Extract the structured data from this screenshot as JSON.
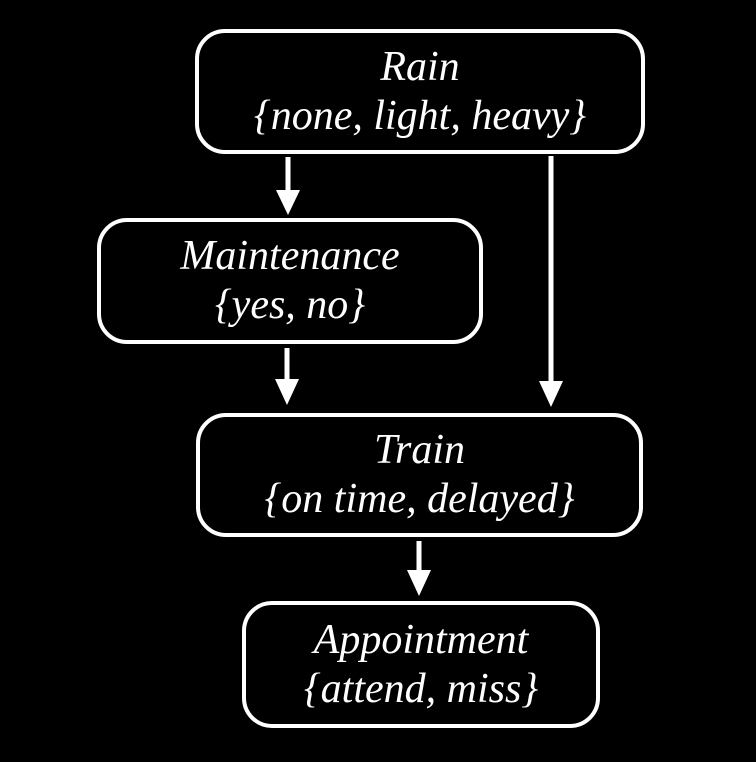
{
  "diagram": {
    "type": "bayesian-network",
    "colors": {
      "background": "#000000",
      "node_border": "#ffffff",
      "node_fill": "#000000",
      "text": "#ffffff",
      "arrow": "#ffffff"
    },
    "nodes": [
      {
        "id": "rain",
        "label": "Rain",
        "values": "{none, light, heavy}"
      },
      {
        "id": "maintenance",
        "label": "Maintenance",
        "values": "{yes, no}"
      },
      {
        "id": "train",
        "label": "Train",
        "values": "{on time, delayed}"
      },
      {
        "id": "appointment",
        "label": "Appointment",
        "values": "{attend, miss}"
      }
    ],
    "edges": [
      {
        "from": "rain",
        "to": "maintenance"
      },
      {
        "from": "rain",
        "to": "train"
      },
      {
        "from": "maintenance",
        "to": "train"
      },
      {
        "from": "train",
        "to": "appointment"
      }
    ]
  }
}
